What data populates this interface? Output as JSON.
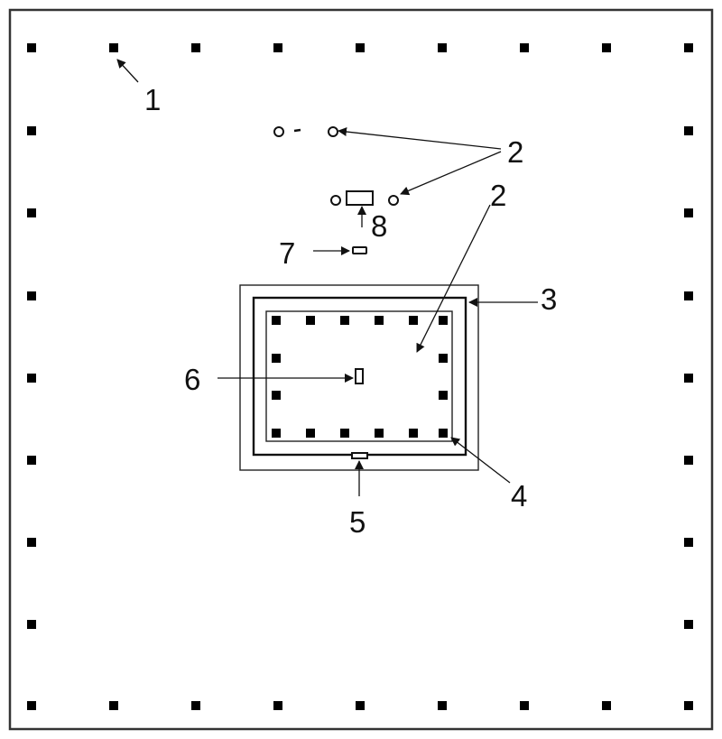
{
  "labels": {
    "l1": "1",
    "l2a": "2",
    "l2b": "2",
    "l3": "3",
    "l4": "4",
    "l5": "5",
    "l6": "6",
    "l7": "7",
    "l8": "8"
  }
}
